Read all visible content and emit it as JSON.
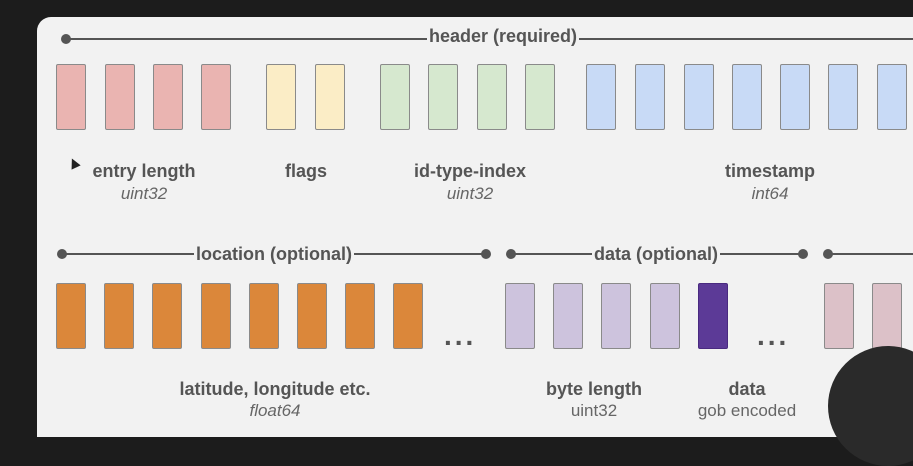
{
  "segments": {
    "header": {
      "label": "header (required)"
    },
    "location": {
      "label": "location (optional)"
    },
    "data": {
      "label": "data (optional)"
    }
  },
  "colors": {
    "entry_length": "#eab4b1",
    "flags": "#fbedc6",
    "id_type_index": "#d6e8cf",
    "timestamp": "#c8daf6",
    "location": "#db873a",
    "data_length": "#cdc3dd",
    "data_payload": "#5c3a97",
    "trailing": "#dcc1c8"
  },
  "fields": {
    "entry_length": {
      "name": "entry length",
      "type": "uint32"
    },
    "flags": {
      "name": "flags"
    },
    "id_type_index": {
      "name": "id-type-index",
      "type": "uint32"
    },
    "timestamp": {
      "name": "timestamp",
      "type": "int64"
    },
    "location": {
      "name": "latitude, longitude etc.",
      "type": "float64"
    },
    "byte_length": {
      "name": "byte length",
      "type": "uint32"
    },
    "data": {
      "name": "data",
      "type": "gob encoded"
    }
  },
  "ellipsis": "..."
}
